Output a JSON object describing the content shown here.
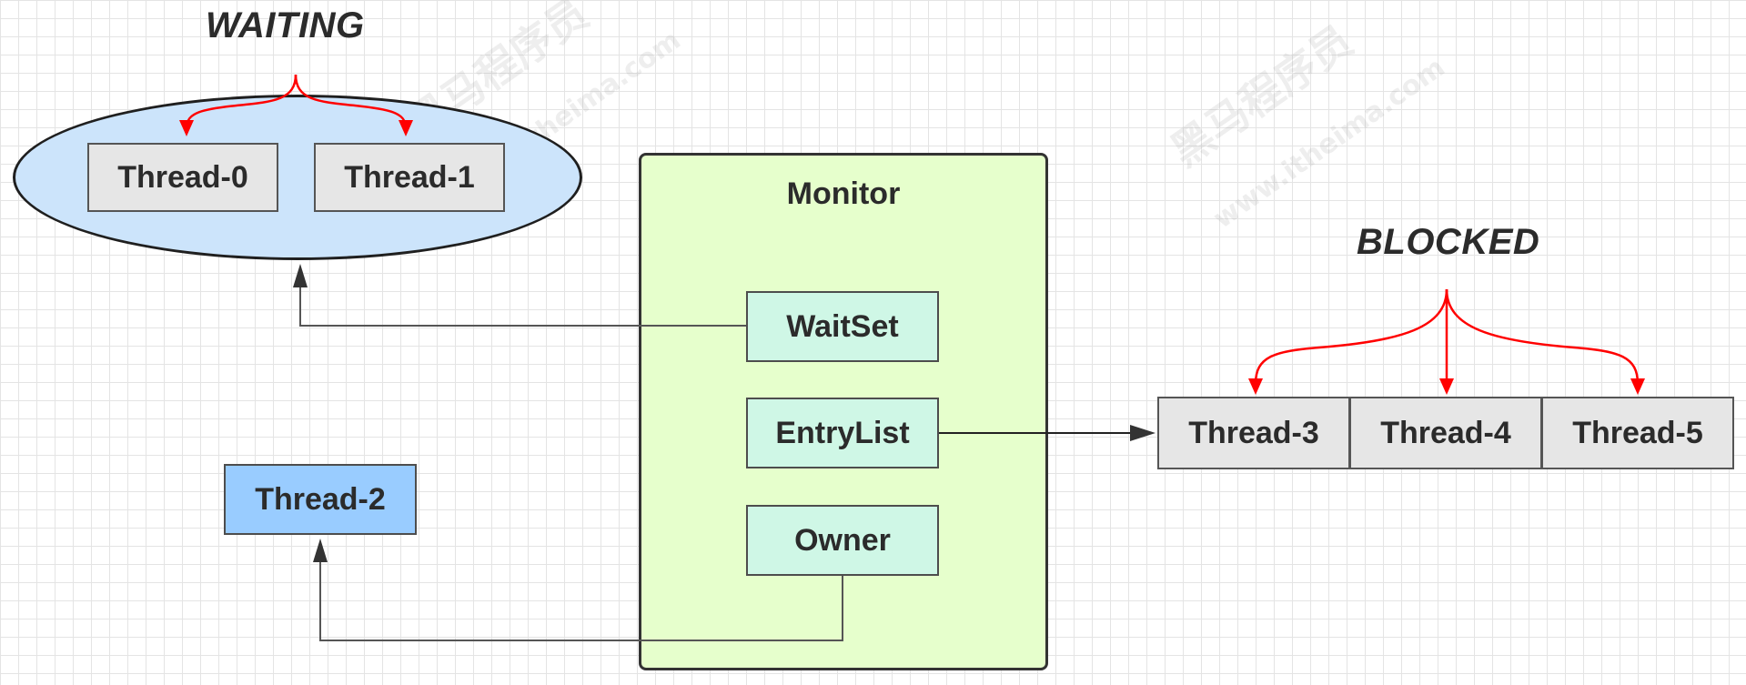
{
  "waiting": {
    "label": "WAITING",
    "threads": [
      "Thread-0",
      "Thread-1"
    ]
  },
  "monitor": {
    "title": "Monitor",
    "wait_set": "WaitSet",
    "entry_list": "EntryList",
    "owner": "Owner"
  },
  "owner_thread": "Thread-2",
  "blocked": {
    "label": "BLOCKED",
    "threads": [
      "Thread-3",
      "Thread-4",
      "Thread-5"
    ]
  },
  "watermark": {
    "brand": "黑马程序员",
    "url": "www.itheima.com"
  },
  "colors": {
    "waiting_fill": "#cce4fb",
    "monitor_fill": "#e6ffcc",
    "slot_fill": "#cff7e6",
    "owner_thread_fill": "#99ccff",
    "thread_fill": "#e6e6e6",
    "state_arrow": "#ff0000",
    "link_arrow": "#333333"
  }
}
